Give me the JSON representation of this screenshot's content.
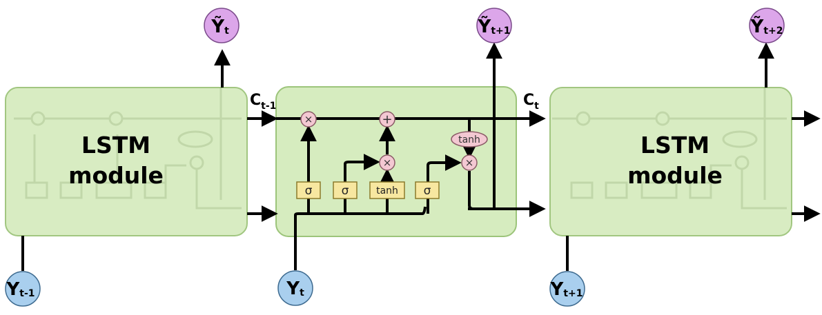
{
  "modules": {
    "left": {
      "line1": "LSTM",
      "line2": "module"
    },
    "right": {
      "line1": "LSTM",
      "line2": "module"
    }
  },
  "gates": {
    "sigma_symbol": "σ",
    "tanh_label": "tanh",
    "multiply_symbol": "×",
    "add_symbol": "+"
  },
  "cell_state": {
    "prev": {
      "base": "C",
      "sub": "t-1"
    },
    "curr": {
      "base": "C",
      "sub": "t"
    }
  },
  "inputs": [
    {
      "base": "Y",
      "sub": "t-1"
    },
    {
      "base": "Y",
      "sub": "t"
    },
    {
      "base": "Y",
      "sub": "t+1"
    }
  ],
  "outputs": [
    {
      "base": "Ỹ",
      "sub": "t"
    },
    {
      "base": "Ỹ",
      "sub": "t+1"
    },
    {
      "base": "Ỹ",
      "sub": "t+2"
    }
  ],
  "colors": {
    "module_fill": "#d6ecbf",
    "module_stroke": "#9cc47a",
    "gate_fill": "#f7e7a0",
    "gate_stroke": "#8c7a2a",
    "pointwise_fill": "#f3c8d2",
    "pointwise_stroke": "#8a5a66",
    "input_fill": "#a9cfee",
    "output_fill": "#dca6ea"
  }
}
